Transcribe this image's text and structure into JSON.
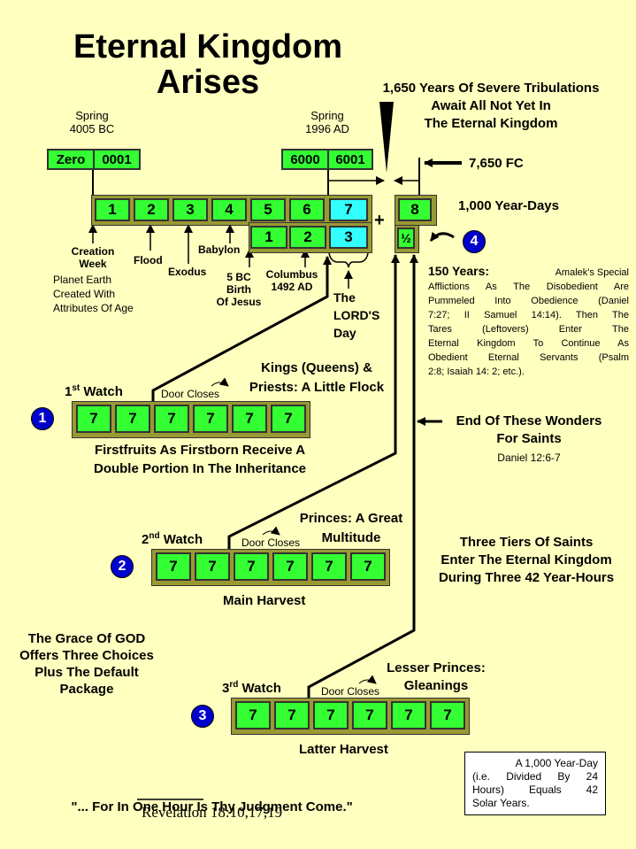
{
  "title": [
    "Eternal Kingdom",
    "Arises"
  ],
  "top_note": [
    "1,650 Years Of Severe Tribulations",
    "Await All Not Yet In",
    "The Eternal Kingdom"
  ],
  "spring_left": [
    "Spring",
    "4005 BC"
  ],
  "spring_right": [
    "Spring",
    "1996 AD"
  ],
  "year_boxes": [
    "Zero",
    "0001",
    "6000",
    "6001"
  ],
  "fc_label": "7,650 FC",
  "days_top": [
    "1",
    "2",
    "3",
    "4",
    "5",
    "6",
    "7"
  ],
  "days_bottom": [
    "1",
    "2",
    "3"
  ],
  "plus": "+",
  "day_eight": "8",
  "half": "½",
  "year_days": "1,000 Year-Days",
  "circle4": "4",
  "events": {
    "creation": [
      "Creation",
      "Week"
    ],
    "flood": "Flood",
    "exodus": "Exodus",
    "babylon": "Babylon",
    "birth": [
      "5 BC",
      "Birth",
      "Of Jesus"
    ],
    "columbus": [
      "Columbus",
      "1492 AD"
    ],
    "earth": [
      "Planet Earth",
      "Created With",
      "Attributes Of Age"
    ],
    "lords_day": [
      "The",
      "LORD'S",
      "Day"
    ]
  },
  "years150": {
    "head": "150 Years:",
    "lines": [
      "Amalek's Special",
      "Afflictions As The Disobedient Are",
      "Pummeled Into Obedience (Daniel",
      "7:27; II Samuel 14:14). Then The",
      "Tares (Leftovers) Enter The",
      "Eternal Kingdom To Continue As",
      "Obedient Eternal Servants (Psalm",
      "2:8; Isaiah 14: 2; etc.)."
    ]
  },
  "watch1": {
    "circle": "1",
    "label": "1",
    "sup": "st",
    "suffix": " Watch",
    "door": "Door Closes",
    "top": [
      "Kings (Queens) &",
      "Priests: A Little Flock"
    ],
    "bottom": [
      "Firstfruits As Firstborn Receive A",
      "Double Portion In The Inheritance"
    ],
    "boxes": [
      "7",
      "7",
      "7",
      "7",
      "7",
      "7"
    ]
  },
  "watch2": {
    "circle": "2",
    "label": "2",
    "sup": "nd",
    "suffix": " Watch",
    "door": "Door Closes",
    "top": [
      "Princes: A Great",
      "Multitude"
    ],
    "bottom": [
      "Main Harvest"
    ],
    "boxes": [
      "7",
      "7",
      "7",
      "7",
      "7",
      "7"
    ]
  },
  "watch3": {
    "circle": "3",
    "label": "3",
    "sup": "rd",
    "suffix": " Watch",
    "door": "Door Closes",
    "top": [
      "Lesser Princes:",
      "Gleanings"
    ],
    "bottom": [
      "Latter Harvest"
    ],
    "boxes": [
      "7",
      "7",
      "7",
      "7",
      "7",
      "7"
    ]
  },
  "wonders": [
    "End Of These Wonders",
    "For Saints"
  ],
  "daniel": "Daniel 12:6-7",
  "tiers": [
    "Three Tiers Of Saints",
    "Enter The Eternal Kingdom",
    "During Three 42 Year-Hours"
  ],
  "grace": [
    "The Grace Of GOD",
    "Offers Three Choices",
    "Plus The Default",
    "Package"
  ],
  "note_box": [
    "A 1,000 Year-Day",
    "(i.e. Divided By 24",
    "Hours) Equals 42",
    "Solar Years."
  ],
  "quote": {
    "pre": "\"... For In ",
    "underlined": "One Hour",
    "post": " Is Thy Judgment Come.\""
  },
  "reference": "Revelation 18:10,17,19"
}
